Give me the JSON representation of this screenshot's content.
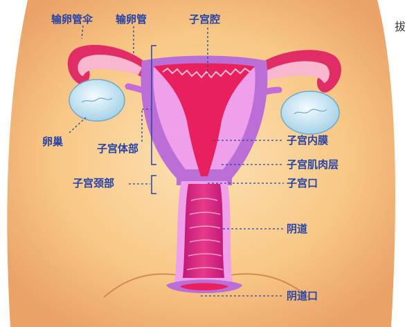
{
  "labels": {
    "fallopian_fimbria": "输卵管伞",
    "fallopian_tube": "输卵管",
    "uterine_cavity": "子宫腔",
    "ovary": "卵巢",
    "uterine_body": "子宫体部",
    "cervix": "子宫颈部",
    "endometrium": "子宫内膜",
    "myometrium": "子宫肌肉层",
    "uterine_os": "子宫口",
    "vagina": "阴道",
    "vaginal_opening": "阴道口"
  },
  "edge_text": "拔",
  "colors": {
    "skin": "#f8c886",
    "skin_dark": "#eba86b",
    "uterus_outer": "#bb6fd6",
    "uterus_inner": "#f0a0ea",
    "cavity": "#e8205e",
    "tube_outer": "#e02d66",
    "tube_inner": "#f8b6cf",
    "ovary": "#bfe3f3",
    "label": "#2743a6"
  }
}
